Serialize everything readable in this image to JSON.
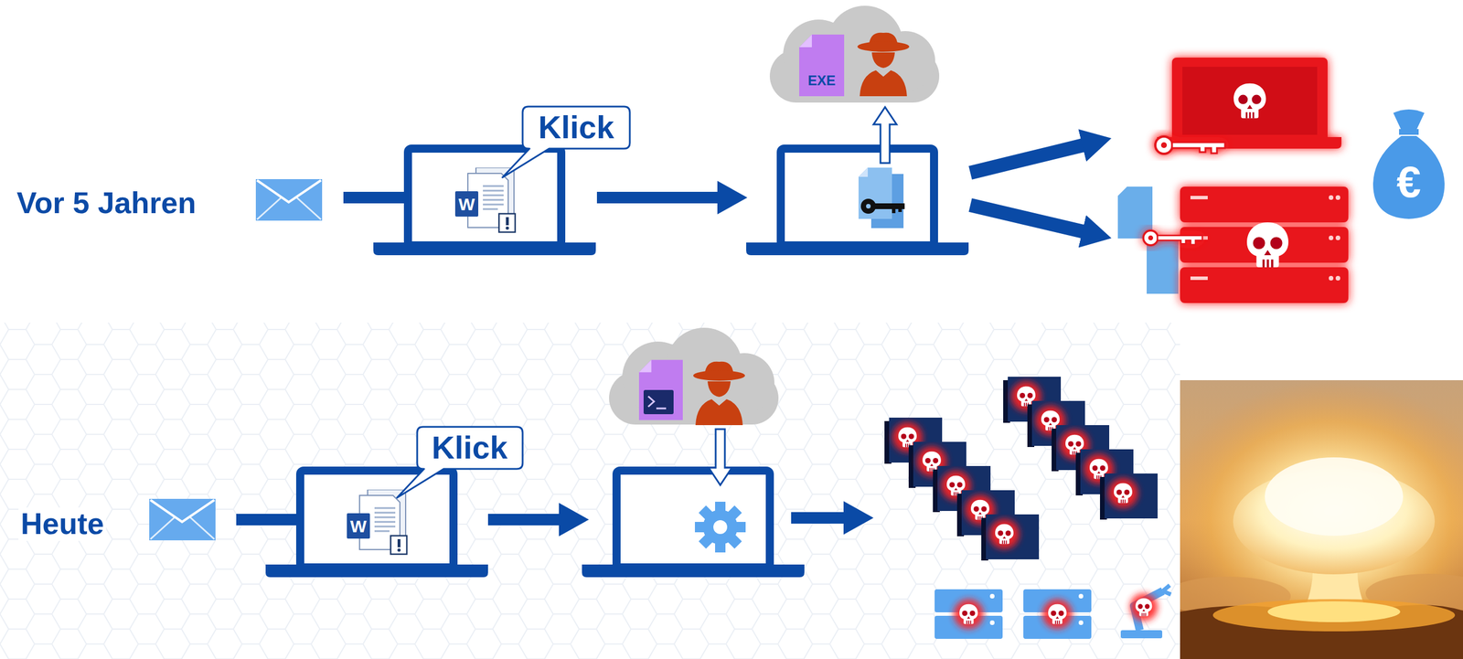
{
  "diagram": {
    "nodes": [
      {
        "text": [
          "Klick"
        ]
      },
      {
        "text": [
          "EXE"
        ]
      },
      {
        "text": [
          "Klick"
        ]
      }
    ],
    "labels": [
      "Vor 5 Jahren",
      "W",
      "€",
      "Heute",
      "W"
    ]
  }
}
